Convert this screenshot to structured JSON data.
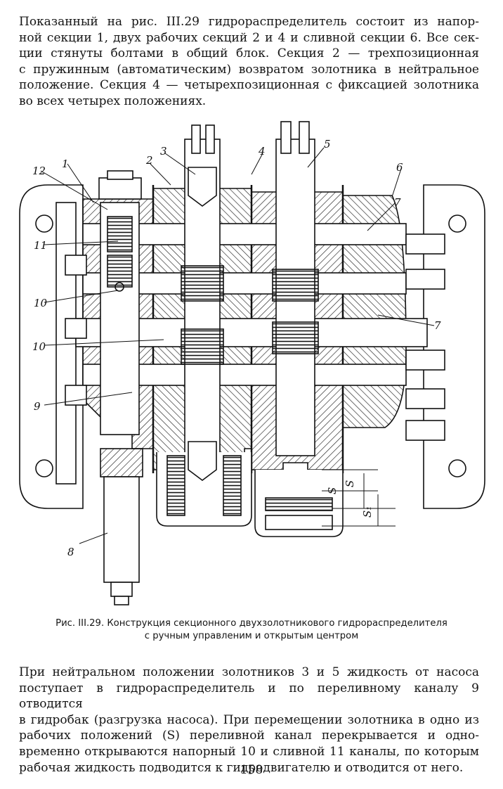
{
  "intro_lines": [
    "Показанный на рис. III.29 гидрораспределитель состоит из напор-",
    "ной секции 1, двух рабочих секций 2 и 4 и сливной секции 6. Все сек-",
    "ции стянуты болтами в общий блок. Секция 2 — трехпозиционная",
    "с пружинным (автоматическим) возвратом золотника в нейтральное",
    "положение. Секция 4 — четырехпозиционная с фиксацией золотника",
    "во всех четырех положениях."
  ],
  "figure": {
    "labels": {
      "l1": "1",
      "l2": "2",
      "l3": "3",
      "l4": "4",
      "l5": "5",
      "l6": "6",
      "l7a": "7",
      "l7b": "7",
      "l8": "8",
      "l9": "9",
      "l10a": "10",
      "l10b": "10",
      "l11": "11",
      "l12": "12",
      "ls1": "S",
      "ls2": "S",
      "ls3": "S₁"
    }
  },
  "caption_lines": [
    "Рис. III.29. Конструкция секционного двухзолотникового гидрораспределителя",
    "с ручным управленим и открытым центром"
  ],
  "body_lines": [
    "При нейтральном положении золотников 3 и 5 жидкость от насоса",
    "поступает в гидрораспределитель и по переливному каналу 9 отводится",
    "в гидробак (разгрузка насоса). При перемещении золотника в одно из",
    "рабочих положений (S) переливной канал перекрывается и одно-",
    "временно открываются напорный 10 и сливной 11 каналы, по которым",
    "рабочая жидкость подводится к гидродвигателю и отводится от него."
  ],
  "page_number": "158"
}
